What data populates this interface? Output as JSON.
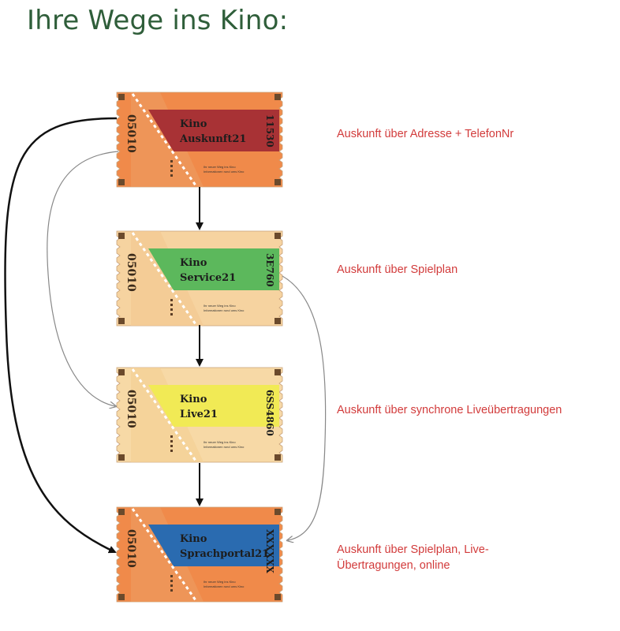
{
  "heading": "Ihre Wege ins Kino:",
  "tickets": [
    {
      "name_line1": "Kino",
      "name_line2": "Auskunft21",
      "stub_code": "05010",
      "serial": "11530",
      "fine_print_1": "Ihr neuer Weg ins Kino",
      "fine_print_2": "Informationen rund ums Kino",
      "caption": "Auskunft über Adresse + TelefonNr",
      "colors": {
        "body": "#f08a4a",
        "band": "#a83235",
        "stub": "#ec9a5e"
      }
    },
    {
      "name_line1": "Kino",
      "name_line2": "Service21",
      "stub_code": "05010",
      "serial": "3E760",
      "fine_print_1": "Ihr neuer Weg ins Kino",
      "fine_print_2": "Informationen rund ums Kino",
      "caption": "Auskunft über Spielplan",
      "colors": {
        "body": "#f6d3a0",
        "band": "#5cb85c",
        "stub": "#f3c991"
      }
    },
    {
      "name_line1": "Kino",
      "name_line2": "Live21",
      "stub_code": "05010",
      "serial": "6SS4860",
      "fine_print_1": "Ihr neuer Weg ins Kino",
      "fine_print_2": "Informationen rund ums Kino",
      "caption": "Auskunft über synchrone Liveübertragungen",
      "colors": {
        "body": "#f7d9a6",
        "band": "#f1ea55",
        "stub": "#f4d096"
      }
    },
    {
      "name_line1": "Kino",
      "name_line2": "Sprachportal21",
      "stub_code": "05010",
      "serial": "XXXXXX",
      "fine_print_1": "Ihr neuer Weg ins Kino",
      "fine_print_2": "Informationen rund ums Kino",
      "caption_line1": "Auskunft über Spielplan, Live-",
      "caption_line2": "Übertragungen, online",
      "colors": {
        "body": "#f08a4a",
        "band": "#2a6bb0",
        "stub": "#ec9a5e"
      }
    }
  ],
  "colors": {
    "arrow": "#111111",
    "thin_arrow": "#999999",
    "caption": "#d23b3b",
    "heading": "#2f5e3a"
  }
}
